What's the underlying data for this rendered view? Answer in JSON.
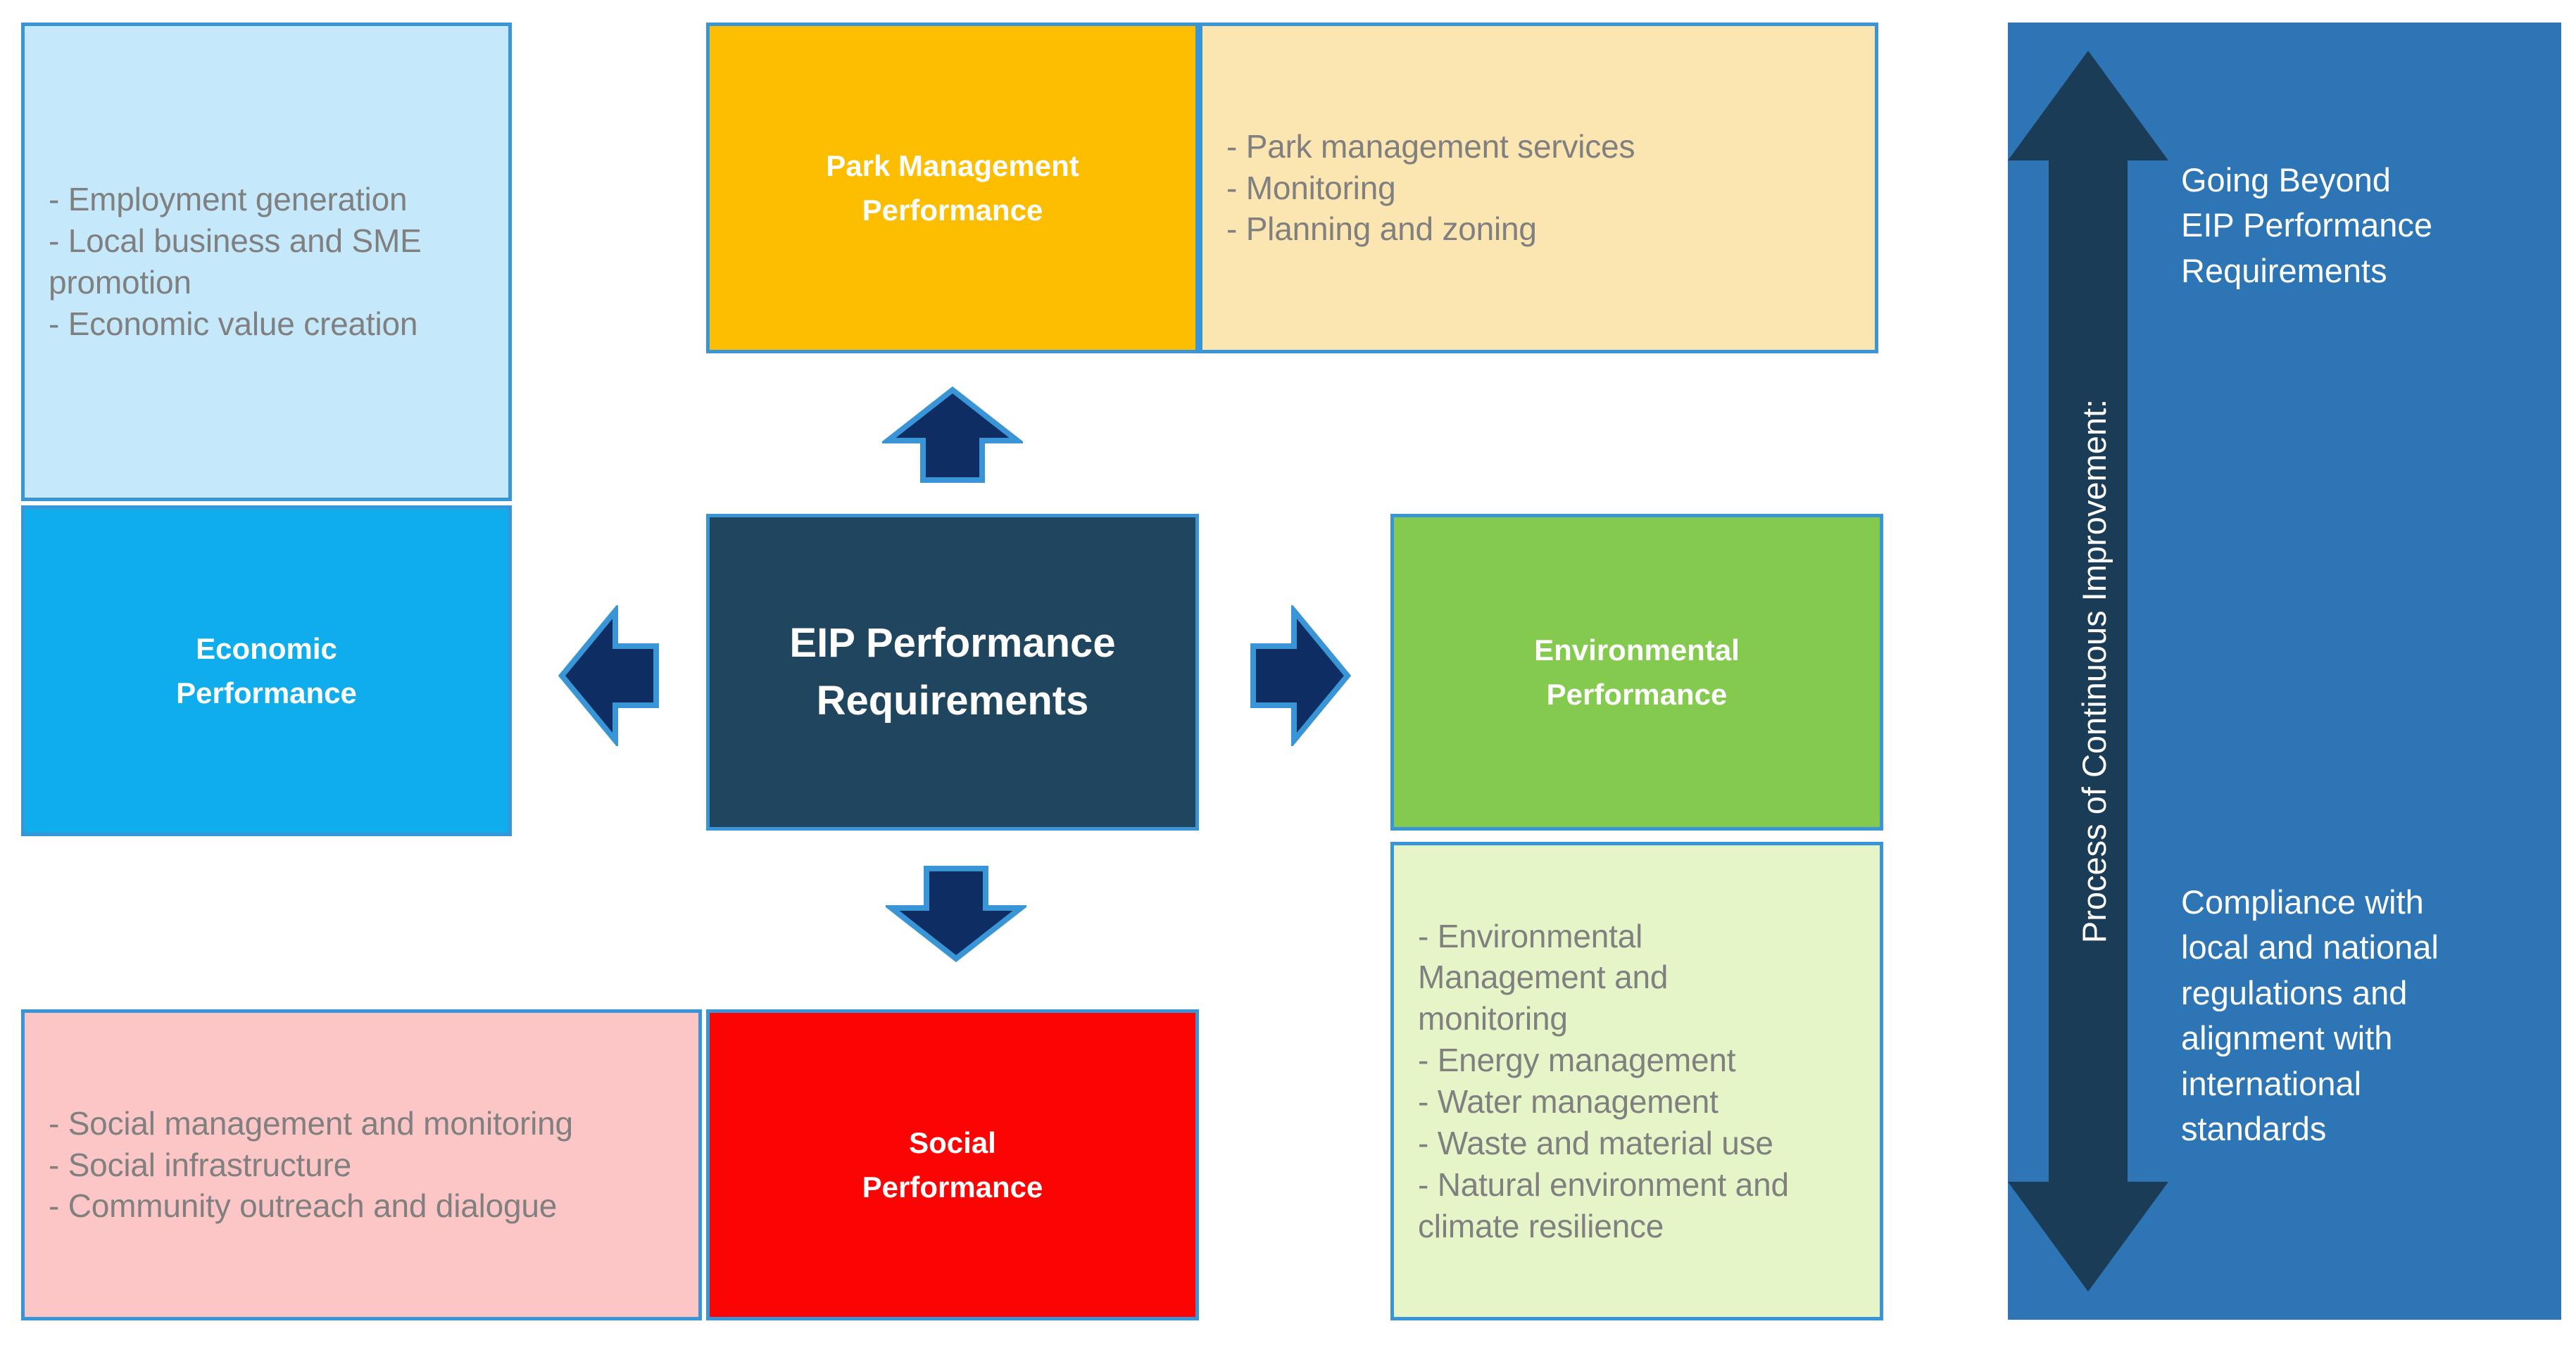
{
  "diagram": {
    "title": "EIP Performance Requirements Framework",
    "colors": {
      "border_blue": "#3a95d6",
      "arrow_navy": "#0d2d63",
      "panel_blue": "#2e75b5",
      "panel_arrow_navy": "#1b3c57",
      "center_navy": "#20455f",
      "economic_light": "#c5e9fb",
      "economic": "#0fadeb",
      "park": "#fdbe02",
      "park_light": "#fbe5b0",
      "environmental": "#83ca4e",
      "environmental_light": "#e6f5c8",
      "social": "#fc0404",
      "social_light": "#fcc6c6",
      "detail_text": "#808080"
    }
  },
  "center": {
    "label": "EIP Performance\nRequirements"
  },
  "pillars": {
    "park_management": {
      "label": "Park  Management\nPerformance",
      "details": "- Park management services\n- Monitoring\n- Planning and zoning"
    },
    "economic": {
      "label": "Economic\nPerformance",
      "details": "- Employment generation\n- Local business and SME\npromotion\n- Economic value creation"
    },
    "environmental": {
      "label": "Environmental\nPerformance",
      "details": "- Environmental\nManagement and\nmonitoring\n- Energy management\n- Water management\n- Waste and material use\n- Natural environment and\nclimate resilience"
    },
    "social": {
      "label": "Social\nPerformance",
      "details": "- Social management and monitoring\n- Social infrastructure\n- Community outreach and dialogue"
    }
  },
  "arrows": {
    "up": "arrow-up-icon",
    "down": "arrow-down-icon",
    "left": "arrow-left-icon",
    "right": "arrow-right-icon"
  },
  "right_panel": {
    "vertical_label": "Process of Continuous Improvement:",
    "top_text": "Going Beyond\nEIP Performance\nRequirements",
    "bottom_text": "Compliance with\nlocal and national\nregulations and\nalignment with\ninternational\nstandards",
    "arrow_icon": "double-headed-vertical-arrow-icon"
  }
}
